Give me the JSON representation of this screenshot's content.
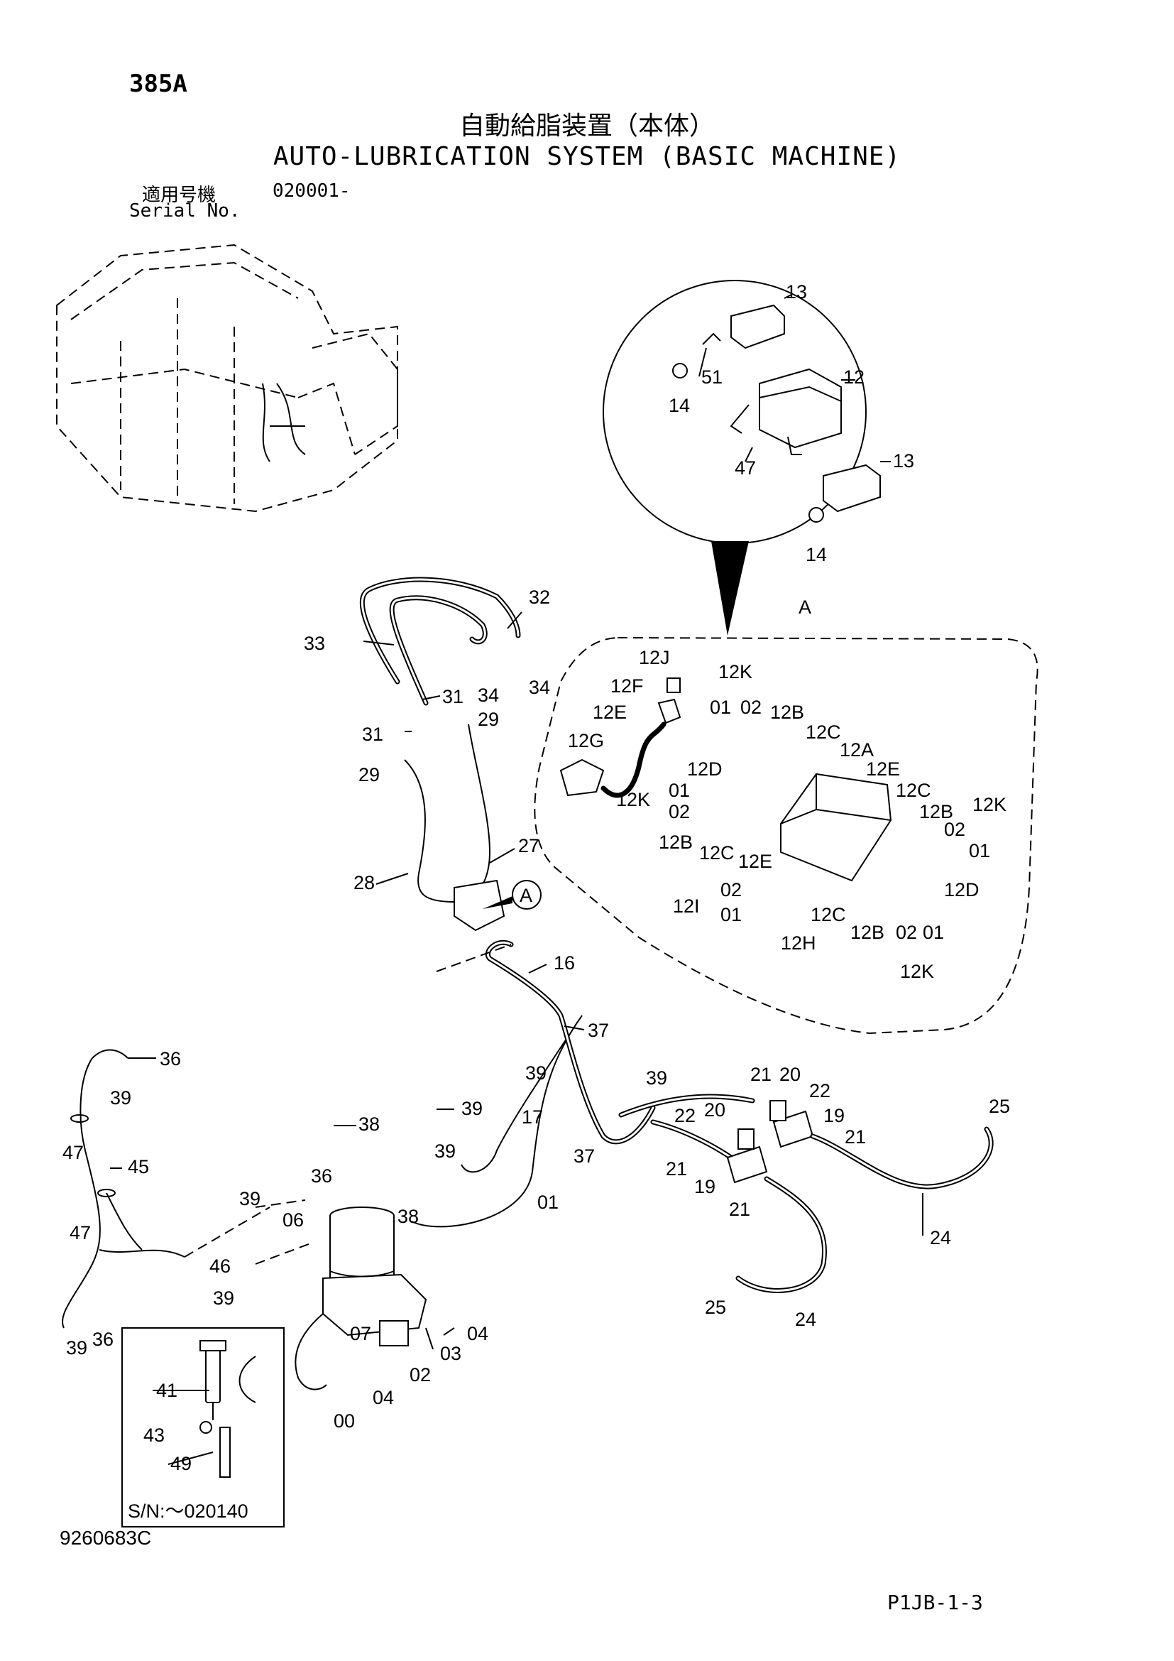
{
  "header": {
    "page_code": "385A",
    "title_jp": "自動給脂装置（本体）",
    "title_en": "AUTO-LUBRICATION SYSTEM (BASIC MACHINE)",
    "serial_label_jp": "適用号機",
    "serial_value": "020001-",
    "serial_label_en": "Serial No."
  },
  "footer": {
    "drawing_number": "9260683C",
    "page_ref": "P1JB-1-3"
  },
  "inset": {
    "serial_note": "S/N:～020140"
  },
  "callouts": {
    "detail_a": "A",
    "detail_a_circle": "A"
  },
  "labels": {
    "p13a": "13",
    "p51": "51",
    "p14a": "14",
    "p12": "12",
    "p47a": "47",
    "p13b": "13",
    "p14b": "14",
    "p32": "32",
    "p33": "33",
    "p34a": "34",
    "p34b": "34",
    "p31a": "31",
    "p31b": "31",
    "p29a": "29",
    "p29b": "29",
    "p27": "27",
    "p28": "28",
    "p12J": "12J",
    "p12K_top": "12K",
    "p01_top": "01",
    "p02_top": "02",
    "p12F": "12F",
    "p12E_top": "12E",
    "p12B_top": "12B",
    "p12C_top": "12C",
    "p12G": "12G",
    "p12A": "12A",
    "p12D_left": "12D",
    "p12E_right": "12E",
    "p12K_left": "12K",
    "p01_left": "01",
    "p02_left": "02",
    "p12C_right": "12C",
    "p12B_right": "12B",
    "p12K_right": "12K",
    "p02_right": "02",
    "p01_right": "01",
    "p12B_left": "12B",
    "p12C_left": "12C",
    "p12E_bottom": "12E",
    "p12D_right": "12D",
    "p12I": "12I",
    "p02_12I": "02",
    "p01_12I": "01",
    "p12C_bottom": "12C",
    "p12H": "12H",
    "p12B_bottom": "12B",
    "p02_bottom": "02",
    "p01_bottom": "01",
    "p12K_bottom": "12K",
    "p16": "16",
    "p37a": "37",
    "p39a": "39",
    "p36a": "36",
    "p39b": "39",
    "p39c": "39",
    "p17": "17",
    "p38a": "38",
    "p39d": "39",
    "p21a": "21",
    "p20a": "20",
    "p22a": "22",
    "p19a": "19",
    "p21b": "21",
    "p25a": "25",
    "p22b": "22",
    "p20b": "20",
    "p37b": "37",
    "p21c": "21",
    "p19b": "19",
    "p21d": "21",
    "p47b": "47",
    "p45": "45",
    "p39e": "39",
    "p38b": "38",
    "p36b": "36",
    "p01_hose": "01",
    "p24a": "24",
    "p39f": "39",
    "p06": "06",
    "p47c": "47",
    "p46": "46",
    "p39g": "39",
    "p39h": "39",
    "p36c": "36",
    "p07": "07",
    "p04a": "04",
    "p03": "03",
    "p02_block": "02",
    "p04b": "04",
    "p00": "00",
    "p25b": "25",
    "p24b": "24",
    "p41": "41",
    "p43": "43",
    "p49": "49"
  }
}
